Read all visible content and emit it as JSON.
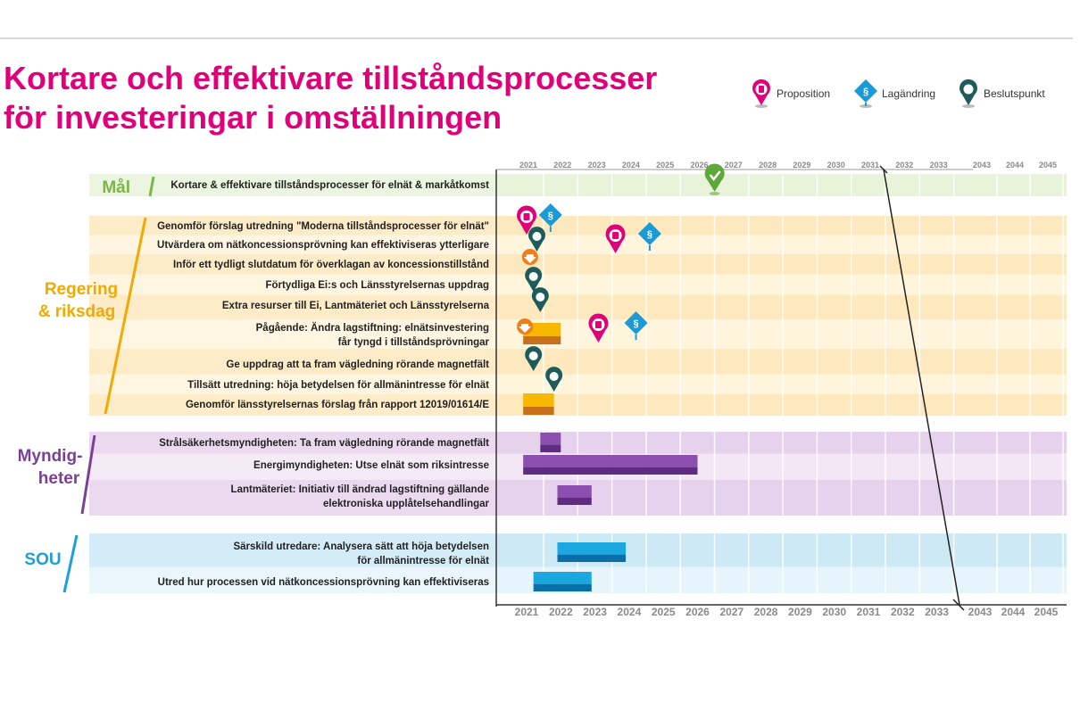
{
  "title_line1": "Kortare och effektivare tillståndsprocesser",
  "title_line2": "för investeringar i omställningen",
  "legend": [
    {
      "label": "Proposition",
      "icon": "proposition-marker-icon",
      "color": "#e0007a"
    },
    {
      "label": "Lagändring",
      "icon": "law-change-marker-icon",
      "color": "#1a9ad6"
    },
    {
      "label": "Beslutspunkt",
      "icon": "decision-point-marker-icon",
      "color": "#1d5c5a"
    }
  ],
  "colors": {
    "title": "#e0007a",
    "mal": "#7ab648",
    "regering": "#f2a900",
    "myndigheter": "#7b3f98",
    "sou": "#1ba1d8"
  },
  "chart_data": {
    "type": "gantt",
    "x_ticks_bottom": [
      "2021",
      "2022",
      "2023",
      "2024",
      "2025",
      "2026",
      "2027",
      "2028",
      "2029",
      "2030",
      "2031",
      "2032",
      "2033",
      "2043",
      "2044",
      "2045"
    ],
    "x_ticks_top": [
      "2021",
      "2022",
      "2023",
      "2024",
      "2025",
      "2026",
      "2027",
      "2028",
      "2029",
      "2030",
      "2031",
      "2032",
      "2033",
      "2043",
      "2044",
      "2045"
    ],
    "axis_break_after": "2033",
    "groups": [
      {
        "name": "Mål",
        "color_key": "mal",
        "rows": [
          {
            "label": "Kortare & effektivare tillståndsprocesser för elnät & markåtkomst",
            "bars": [],
            "markers": [
              {
                "type": "mal",
                "x": 2026.5
              }
            ]
          }
        ]
      },
      {
        "name_line1": "Regering",
        "name_line2": "& riksdag",
        "color_key": "regering",
        "rows": [
          {
            "label": "Genomför förslag utredning \"Moderna tillståndsprocesser för elnät\"",
            "bars": [],
            "markers": [
              {
                "type": "proposition",
                "x": 2021.0
              },
              {
                "type": "lagandring",
                "x": 2021.7
              }
            ]
          },
          {
            "label": "Utvärdera om nätkoncessionsprövning kan effektiviseras ytterligare",
            "bars": [],
            "markers": [
              {
                "type": "beslutspunkt",
                "x": 2021.3
              },
              {
                "type": "proposition",
                "x": 2023.6
              },
              {
                "type": "lagandring",
                "x": 2024.6
              }
            ]
          },
          {
            "label": "Inför ett tydligt slutdatum för överklagan av koncessionstillstånd",
            "bars": [],
            "markers": [
              {
                "type": "arrow",
                "x": 2021.1
              }
            ]
          },
          {
            "label": "Förtydliga Ei:s och Länsstyrelsernas uppdrag",
            "bars": [],
            "markers": [
              {
                "type": "beslutspunkt",
                "x": 2021.2
              }
            ]
          },
          {
            "label": "Extra resurser till Ei, Lantmäteriet och Länsstyrelserna",
            "bars": [],
            "markers": [
              {
                "type": "beslutspunkt",
                "x": 2021.4
              }
            ]
          },
          {
            "label_line1": "Pågående: Ändra lagstiftning: elnätsinvestering",
            "label_line2": "får tyngd i tillståndsprövningar",
            "bars": [
              {
                "start": 2020.9,
                "end": 2022.0
              }
            ],
            "markers": [
              {
                "type": "arrow",
                "x": 2020.95
              },
              {
                "type": "proposition",
                "x": 2023.1
              },
              {
                "type": "lagandring",
                "x": 2024.2
              }
            ]
          },
          {
            "label": "Ge uppdrag att ta fram vägledning rörande magnetfält",
            "bars": [],
            "markers": [
              {
                "type": "beslutspunkt",
                "x": 2021.2
              }
            ]
          },
          {
            "label": "Tillsätt utredning: höja betydelsen för allmänintresse för elnät",
            "bars": [],
            "markers": [
              {
                "type": "beslutspunkt",
                "x": 2021.8
              }
            ]
          },
          {
            "label": "Genomför länsstyrelsernas förslag från rapport 12019/01614/E",
            "bars": [
              {
                "start": 2020.9,
                "end": 2021.8
              }
            ],
            "markers": []
          }
        ]
      },
      {
        "name_line1": "Myndig-",
        "name_line2": "heter",
        "color_key": "myndigheter",
        "rows": [
          {
            "label": "Strålsäkerhetsmyndigheten: Ta fram vägledning rörande magnetfält",
            "bars": [
              {
                "start": 2021.4,
                "end": 2022.0
              }
            ],
            "markers": []
          },
          {
            "label": "Energimyndigheten: Utse elnät som riksintresse",
            "bars": [
              {
                "start": 2020.9,
                "end": 2026.0
              }
            ],
            "markers": []
          },
          {
            "label_line1": "Lantmäteriet: Initiativ till ändrad lagstiftning gällande",
            "label_line2": "elektroniska upplåtelsehandlingar",
            "bars": [
              {
                "start": 2021.9,
                "end": 2022.9
              }
            ],
            "markers": []
          }
        ]
      },
      {
        "name": "SOU",
        "color_key": "sou",
        "rows": [
          {
            "label_line1": "Särskild utredare: Analysera sätt att höja betydelsen",
            "label_line2": "för allmänintresse för elnät",
            "bars": [
              {
                "start": 2021.9,
                "end": 2023.9
              }
            ],
            "markers": []
          },
          {
            "label": "Utred hur processen vid nätkoncessionsprövning kan effektiviseras",
            "bars": [
              {
                "start": 2021.2,
                "end": 2022.9
              }
            ],
            "markers": []
          }
        ]
      }
    ]
  }
}
